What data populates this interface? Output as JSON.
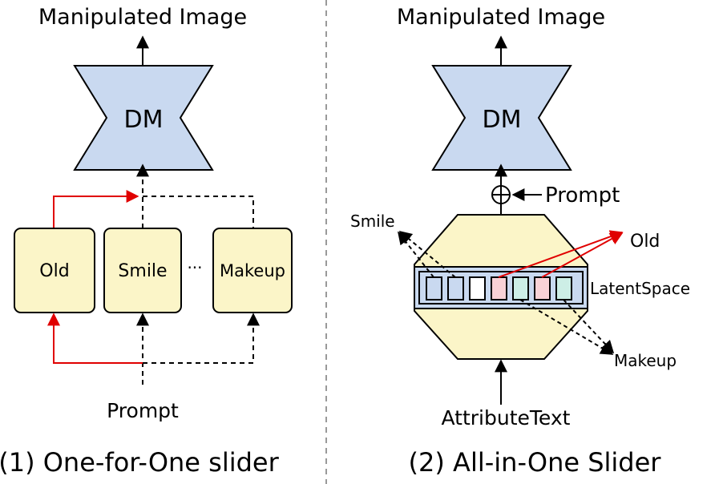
{
  "left": {
    "output_label": "Manipulated Image",
    "model_label": "DM",
    "sliders": [
      "Old",
      "Smile",
      "Makeup"
    ],
    "ellipsis": "···",
    "input_label": "Prompt",
    "caption": "(1) One-for-One slider"
  },
  "right": {
    "output_label": "Manipulated Image",
    "model_label": "DM",
    "prompt_label": "Prompt",
    "combine_symbol": "⊕",
    "attr_old": "Old",
    "attr_smile": "Smile",
    "attr_makeup": "Makeup",
    "latent_label": "LatentSpace",
    "input_label": "AttributeText",
    "caption": "(2) All-in-One Slider"
  },
  "colors": {
    "dm_fill": "#c9d9f0",
    "slider_fill": "#fbf5c8",
    "active_arrow": "#e00000",
    "latent_blue": "#c9d9f0",
    "latent_pink": "#f9d2d6",
    "latent_teal": "#cdeee6"
  }
}
